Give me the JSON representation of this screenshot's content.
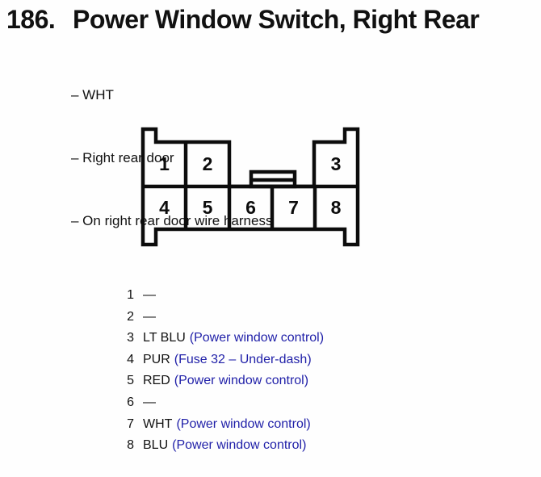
{
  "colors": {
    "background": "#fefefe",
    "ink": "#111111",
    "note_blue": "#1f1fa8"
  },
  "header": {
    "number": "186.",
    "title": "Power Window Switch, Right Rear",
    "bullets": [
      "– WHT",
      "– Right rear door",
      "– On right rear door wire harness"
    ]
  },
  "connector": {
    "description": "8-cavity connector, face view with corner tabs and center latch",
    "cells_top": [
      "1",
      "2",
      "3"
    ],
    "cells_bottom": [
      "4",
      "5",
      "6",
      "7",
      "8"
    ]
  },
  "pin_list": {
    "rows": [
      {
        "pin": "1",
        "wire": "—",
        "note": ""
      },
      {
        "pin": "2",
        "wire": "—",
        "note": ""
      },
      {
        "pin": "3",
        "wire": "LT BLU",
        "note": "(Power window control)"
      },
      {
        "pin": "4",
        "wire": "PUR",
        "note": "(Fuse 32 – Under-dash)"
      },
      {
        "pin": "5",
        "wire": "RED",
        "note": "(Power window control)"
      },
      {
        "pin": "6",
        "wire": "—",
        "note": ""
      },
      {
        "pin": "7",
        "wire": "WHT",
        "note": "(Power window control)"
      },
      {
        "pin": "8",
        "wire": "BLU",
        "note": "(Power window control)"
      }
    ]
  }
}
